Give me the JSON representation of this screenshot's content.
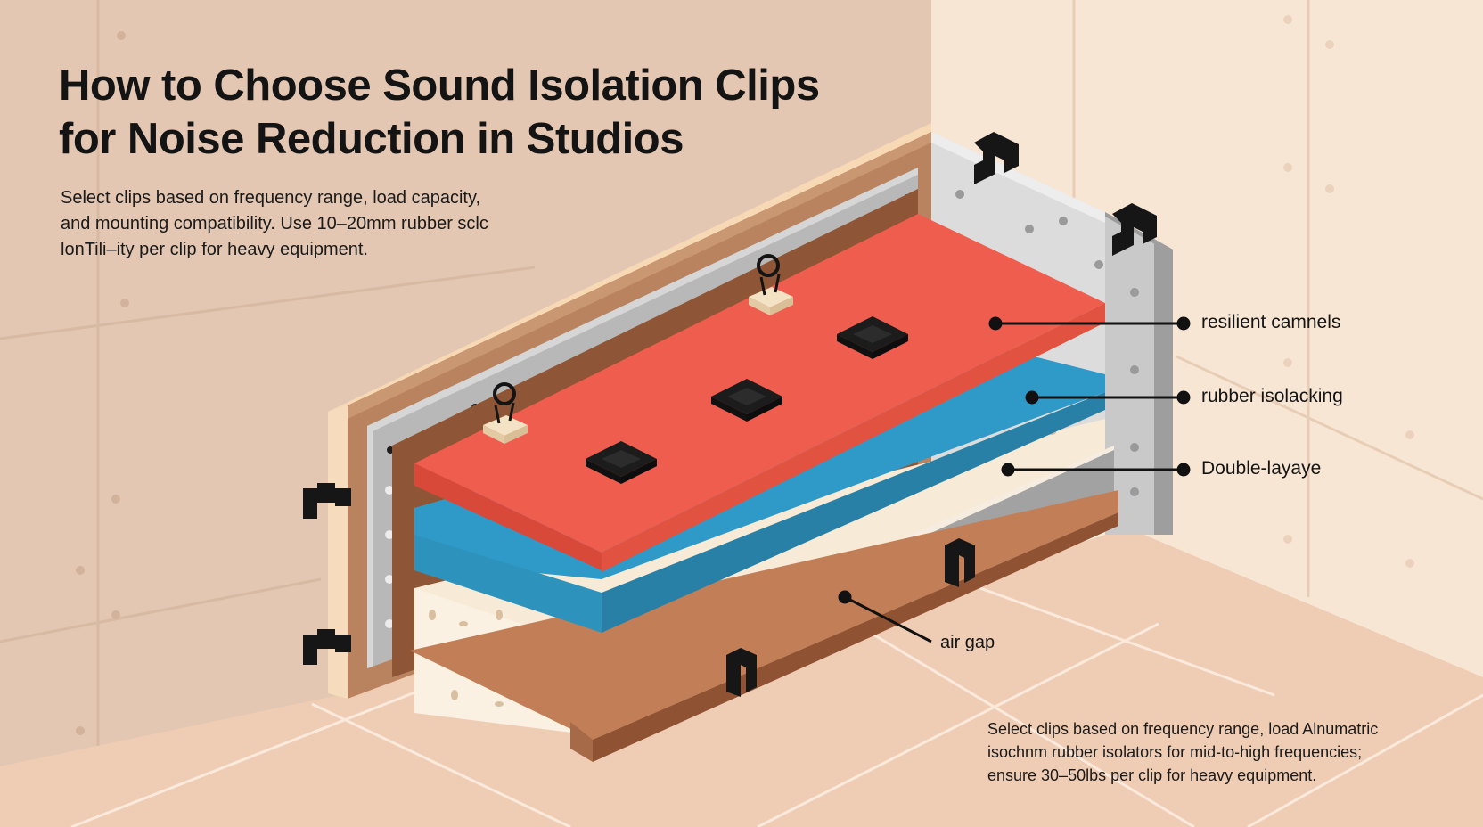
{
  "title": {
    "line1": "How to Choose Sound Isolation Clips",
    "line2": "for Noise Reduction in Studios"
  },
  "intro": {
    "line1": "Select clips based on frequency range, load capacity,",
    "line2": "and mounting compatibility. Use 10–20mm rubber sclc",
    "line3": "lonTili–ity per clip for heavy equipment."
  },
  "callouts": [
    {
      "label": "resilient camnels"
    },
    {
      "label": "rubber isolacking"
    },
    {
      "label": "Double-layaye"
    },
    {
      "label": "air gap"
    }
  ],
  "note": {
    "line1": "Select clips based on frequency range, load Alnumatric",
    "line2": "isochnm rubber  isolators for mid-to-high frequencies;",
    "line3": "ensure 30–50lbs per clip for heavy equipment."
  },
  "colors": {
    "background_wall": "#e3c7b2",
    "right_wall": "#f8e6d4",
    "floor": "#efcdb5",
    "red_panel": "#ef5d4e",
    "blue_panel": "#2f9ac7",
    "foam": "#f7ead7",
    "steel": "#b9b9b9",
    "wood": "#a76a48",
    "clip": "#1c1c1c"
  }
}
